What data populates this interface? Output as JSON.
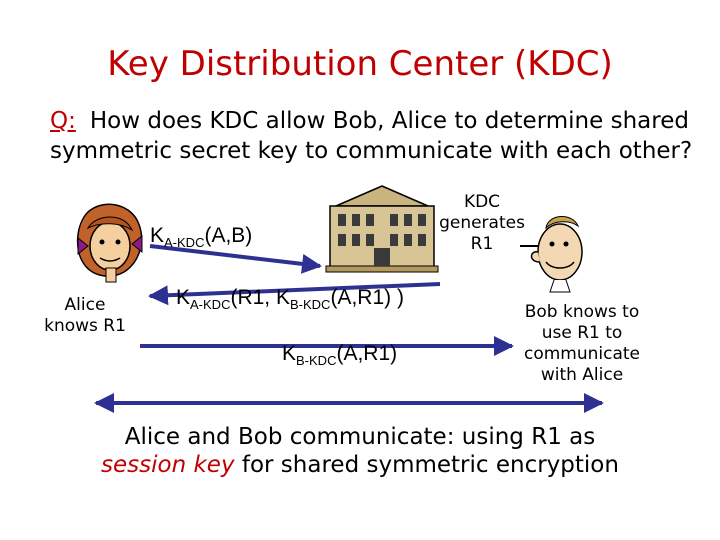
{
  "title": "Key Distribution Center (KDC)",
  "question": {
    "label": "Q:",
    "line1": "How does KDC allow Bob, Alice to determine shared",
    "line2": "symmetric secret key to communicate with each other?"
  },
  "kdc_note": [
    "KDC",
    "generates",
    "R1"
  ],
  "alice_note": [
    "Alice",
    "knows R1"
  ],
  "bob_note": [
    "Bob knows to",
    "use  R1 to",
    "communicate",
    "with Alice"
  ],
  "messages": {
    "m1": {
      "k": "K",
      "sub": "A-KDC",
      "rest": "(A,B)"
    },
    "m2": {
      "k1": "K",
      "sub1": "A-KDC",
      "mid": "(R1, K",
      "sub2": "B-KDC",
      "rest": "(A,R1) )"
    },
    "m3": {
      "k": "K",
      "sub": "B-KDC",
      "rest": "(A,R1)"
    }
  },
  "conclusion": {
    "line1": "Alice and Bob communicate: using R1 as",
    "line2_emph": "session key",
    "line2_rest": " for shared symmetric encryption"
  },
  "colors": {
    "title": "#c00000",
    "arrow": "#2e3192",
    "building": "#c9b37e"
  },
  "icons": [
    "alice-face-icon",
    "kdc-building-icon",
    "bob-face-icon"
  ]
}
